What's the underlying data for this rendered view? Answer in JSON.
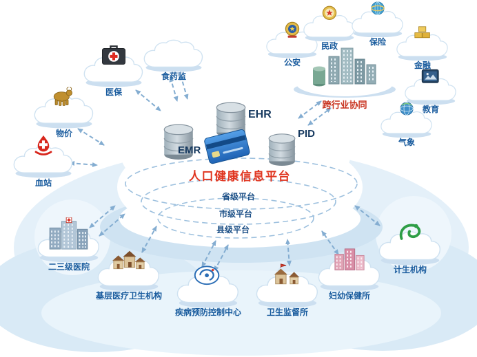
{
  "diagram": {
    "center": {
      "title": "人口健康信息平台",
      "emr": "EMR",
      "ehr": "EHR",
      "pid": "PID",
      "levels": {
        "province": "省级平台",
        "city": "市级平台",
        "county": "县级平台"
      }
    },
    "cross_industry": {
      "label": "跨行业协同"
    },
    "nodes": {
      "yibao": {
        "label": "医保"
      },
      "shiyaojian": {
        "label": "食药监"
      },
      "wujia": {
        "label": "物价"
      },
      "xuezhan": {
        "label": "血站"
      },
      "gongan": {
        "label": "公安"
      },
      "minzheng": {
        "label": "民政"
      },
      "baoxian": {
        "label": "保险"
      },
      "jinrong": {
        "label": "金融"
      },
      "jiaoyu": {
        "label": "教育"
      },
      "qixiang": {
        "label": "气象"
      },
      "hospitals": {
        "label": "二三级医院"
      },
      "primary_care": {
        "label": "基层医疗卫生机构"
      },
      "cdc": {
        "label": "疾病预防控制中心"
      },
      "health_supervision": {
        "label": "卫生监督所"
      },
      "mch": {
        "label": "妇幼保健所"
      },
      "family_planning": {
        "label": "计生机构"
      }
    },
    "icons": {
      "yibao": "first-aid-kit-icon",
      "wujia": "golden-ox-icon",
      "xuezhan": "blood-drop-icon",
      "gongan": "police-badge-icon",
      "minzheng": "civil-affairs-badge-icon",
      "baoxian": "insurance-globe-icon",
      "jinrong": "gold-ingots-icon",
      "jiaoyu": "education-board-icon",
      "qixiang": "weather-globe-icon",
      "hospitals": "hospital-buildings-icon",
      "primary_care": "village-houses-icon",
      "cdc": "cdc-logo-icon",
      "health_supervision": "supervision-houses-icon",
      "mch": "pink-buildings-icon",
      "family_planning": "green-ribbon-icon",
      "cross_industry": "city-buildings-icon",
      "center": "database-and-card-icons"
    },
    "colors": {
      "title_red": "#e03520",
      "cross_industry_red": "#c8331f",
      "label_blue": "#1a5c9e",
      "arrow_blue": "#84add1",
      "cloud_shadow": "#ccdff0",
      "card_blue": "#2f7fd6"
    }
  }
}
